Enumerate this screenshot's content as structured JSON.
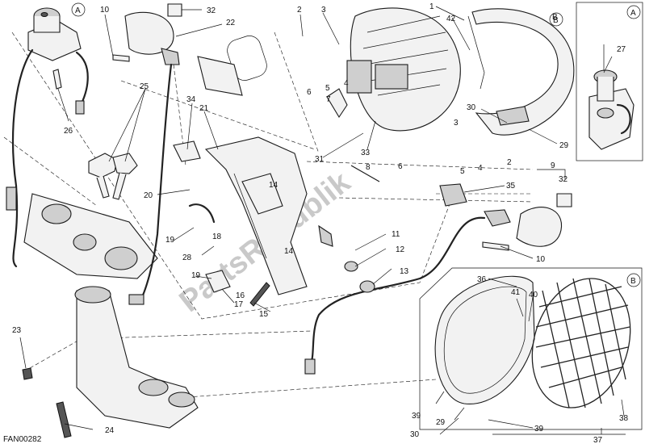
{
  "diagram_code": "FAN00282",
  "watermark": "PartsRepublik",
  "views": [
    {
      "id": "view-a-circle",
      "letter": "A"
    },
    {
      "id": "view-b-circle",
      "letter": "B"
    },
    {
      "id": "inset-a-circle",
      "letter": "A"
    },
    {
      "id": "inset-b-circle",
      "letter": "B"
    }
  ],
  "callouts": [
    "1",
    "2",
    "3",
    "4",
    "5",
    "6",
    "7",
    "8",
    "9",
    "10",
    "11",
    "12",
    "13",
    "14",
    "15",
    "16",
    "17",
    "18",
    "19",
    "20",
    "21",
    "22",
    "23",
    "24",
    "25",
    "26",
    "27",
    "28",
    "29",
    "30",
    "31",
    "32",
    "33",
    "34",
    "35",
    "36",
    "37",
    "38",
    "39",
    "40",
    "41",
    "42"
  ],
  "labels": [
    {
      "t": "10"
    },
    {
      "t": "32"
    },
    {
      "t": "22"
    },
    {
      "t": "2"
    },
    {
      "t": "3"
    },
    {
      "t": "1"
    },
    {
      "t": "42"
    },
    {
      "t": "B"
    },
    {
      "t": "25"
    },
    {
      "t": "26"
    },
    {
      "t": "34"
    },
    {
      "t": "21"
    },
    {
      "t": "4"
    },
    {
      "t": "5"
    },
    {
      "t": "6"
    },
    {
      "t": "7"
    },
    {
      "t": "30"
    },
    {
      "t": "29"
    },
    {
      "t": "27"
    },
    {
      "t": "3"
    },
    {
      "t": "2"
    },
    {
      "t": "4"
    },
    {
      "t": "5"
    },
    {
      "t": "6"
    },
    {
      "t": "8"
    },
    {
      "t": "33"
    },
    {
      "t": "31"
    },
    {
      "t": "9"
    },
    {
      "t": "32"
    },
    {
      "t": "35"
    },
    {
      "t": "14"
    },
    {
      "t": "14"
    },
    {
      "t": "20"
    },
    {
      "t": "19"
    },
    {
      "t": "18"
    },
    {
      "t": "28"
    },
    {
      "t": "19"
    },
    {
      "t": "17"
    },
    {
      "t": "16"
    },
    {
      "t": "15"
    },
    {
      "t": "11"
    },
    {
      "t": "12"
    },
    {
      "t": "13"
    },
    {
      "t": "10"
    },
    {
      "t": "36"
    },
    {
      "t": "41"
    },
    {
      "t": "40"
    },
    {
      "t": "23"
    },
    {
      "t": "24"
    },
    {
      "t": "39"
    },
    {
      "t": "29"
    },
    {
      "t": "30"
    },
    {
      "t": "39"
    },
    {
      "t": "37"
    },
    {
      "t": "38"
    },
    {
      "t": "3"
    },
    {
      "t": "4"
    },
    {
      "t": "2"
    }
  ]
}
